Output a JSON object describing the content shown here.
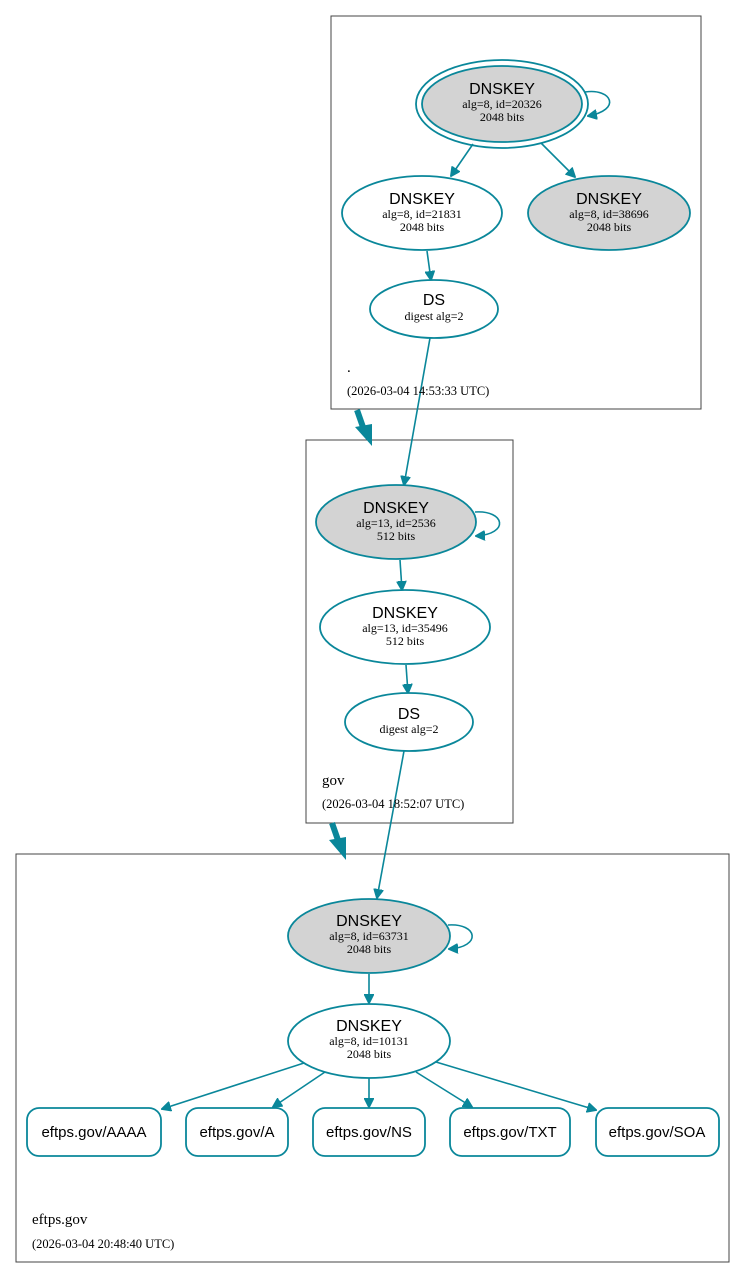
{
  "zones": {
    "root": {
      "label": ".",
      "timestamp": "(2026-03-04 14:53:33 UTC)"
    },
    "gov": {
      "label": "gov",
      "timestamp": "(2026-03-04 18:52:07 UTC)"
    },
    "eftps": {
      "label": "eftps.gov",
      "timestamp": "(2026-03-04 20:48:40 UTC)"
    }
  },
  "nodes": {
    "root_ksk": {
      "title": "DNSKEY",
      "line1": "alg=8, id=20326",
      "line2": "2048 bits"
    },
    "root_zsk1": {
      "title": "DNSKEY",
      "line1": "alg=8, id=21831",
      "line2": "2048 bits"
    },
    "root_zsk2": {
      "title": "DNSKEY",
      "line1": "alg=8, id=38696",
      "line2": "2048 bits"
    },
    "root_ds": {
      "title": "DS",
      "line1": "digest alg=2"
    },
    "gov_ksk": {
      "title": "DNSKEY",
      "line1": "alg=13, id=2536",
      "line2": "512 bits"
    },
    "gov_zsk": {
      "title": "DNSKEY",
      "line1": "alg=13, id=35496",
      "line2": "512 bits"
    },
    "gov_ds": {
      "title": "DS",
      "line1": "digest alg=2"
    },
    "eftps_ksk": {
      "title": "DNSKEY",
      "line1": "alg=8, id=63731",
      "line2": "2048 bits"
    },
    "eftps_zsk": {
      "title": "DNSKEY",
      "line1": "alg=8, id=10131",
      "line2": "2048 bits"
    }
  },
  "records": [
    "eftps.gov/AAAA",
    "eftps.gov/A",
    "eftps.gov/NS",
    "eftps.gov/TXT",
    "eftps.gov/SOA"
  ],
  "colors": {
    "edge": "#0a879a",
    "ksk_fill": "#d3d3d3",
    "zone_border": "#444444"
  }
}
